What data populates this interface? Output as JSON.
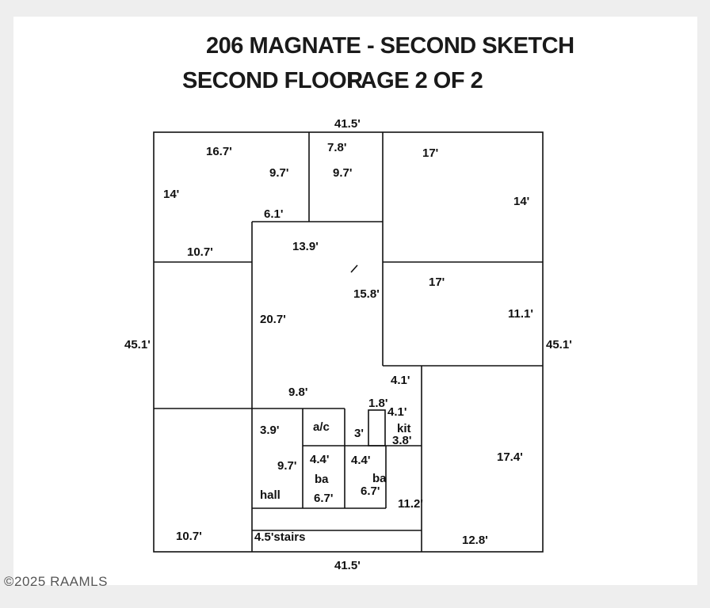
{
  "title": "206 MAGNATE - SECOND SKETCH",
  "subtitle_left": "SECOND FLOOR",
  "subtitle_right": "PAGE 2 OF 2",
  "watermark": "©2025 RAAMLS",
  "colors": {
    "background": "#eeeeee",
    "sheet": "#ffffff",
    "ink": "#111111"
  },
  "labels": {
    "top_overall": "41.5'",
    "bottom_overall": "41.5'",
    "left_overall": "45.1'",
    "right_overall": "45.1'",
    "r1_width": "16.7'",
    "r1_height": "14'",
    "r1_inner_a": "9.7'",
    "r1_inner_b": "6.1'",
    "r1_bottom": "10.7'",
    "closet_width": "7.8'",
    "closet_height": "9.7'",
    "r3_width": "17'",
    "r3_height": "14'",
    "c_width": "13.9'",
    "c_diag": "15.8'",
    "c_height": "20.7'",
    "c_lower": "9.8'",
    "r4_width": "17'",
    "r4_height": "11.1'",
    "k1": "4.1'",
    "k2": "1.8'",
    "k3": "4.1'",
    "kit": "kit",
    "k4": "3.8'",
    "k5": "3'",
    "k6": "11.2'",
    "r5_height": "17.4'",
    "r5_width": "12.8'",
    "hall_width": "3.9'",
    "hall_height": "9.7'",
    "hall": "hall",
    "ac": "a/c",
    "ba1_w": "4.4'",
    "ba1": "ba",
    "ba1_h": "6.7'",
    "ba2_w": "4.4'",
    "ba2": "ba",
    "ba2_h": "6.7'",
    "stairs": "4.5'stairs",
    "ll_bottom": "10.7'"
  }
}
